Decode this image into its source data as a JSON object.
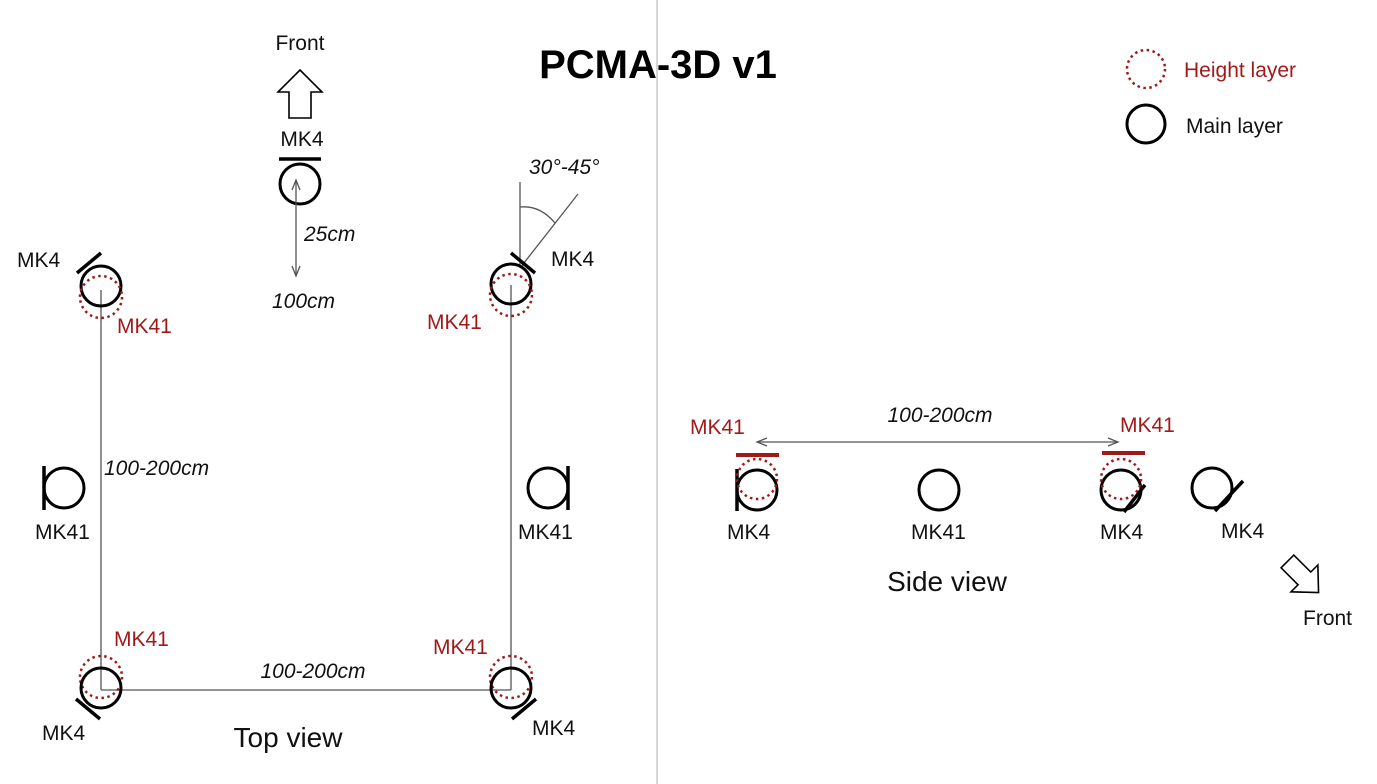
{
  "title": "PCMA-3D v1",
  "legend": {
    "height_layer": "Height layer",
    "main_layer": "Main layer",
    "height_color": "#a11a1a",
    "main_color": "#000000"
  },
  "top_view": {
    "caption": "Top view",
    "front_label": "Front",
    "centre_mic": "MK4",
    "centre_offset": "25cm",
    "centre_offset_max": "100cm",
    "angle": "30°-45°",
    "width": "100-200cm",
    "depth": "100-200cm",
    "front_left_main": "MK4",
    "front_left_height": "MK41",
    "front_right_main": "MK4",
    "front_right_height": "MK41",
    "side_left": "MK41",
    "side_right": "MK41",
    "rear_left_main": "MK4",
    "rear_left_height": "MK41",
    "rear_right_main": "MK4",
    "rear_right_height": "MK41"
  },
  "side_view": {
    "caption": "Side view",
    "front_label": "Front",
    "spacing": "100-200cm",
    "left_height": "MK41",
    "right_height": "MK41",
    "mic_1": "MK4",
    "mic_2": "MK41",
    "mic_3": "MK4",
    "mic_4": "MK4"
  }
}
